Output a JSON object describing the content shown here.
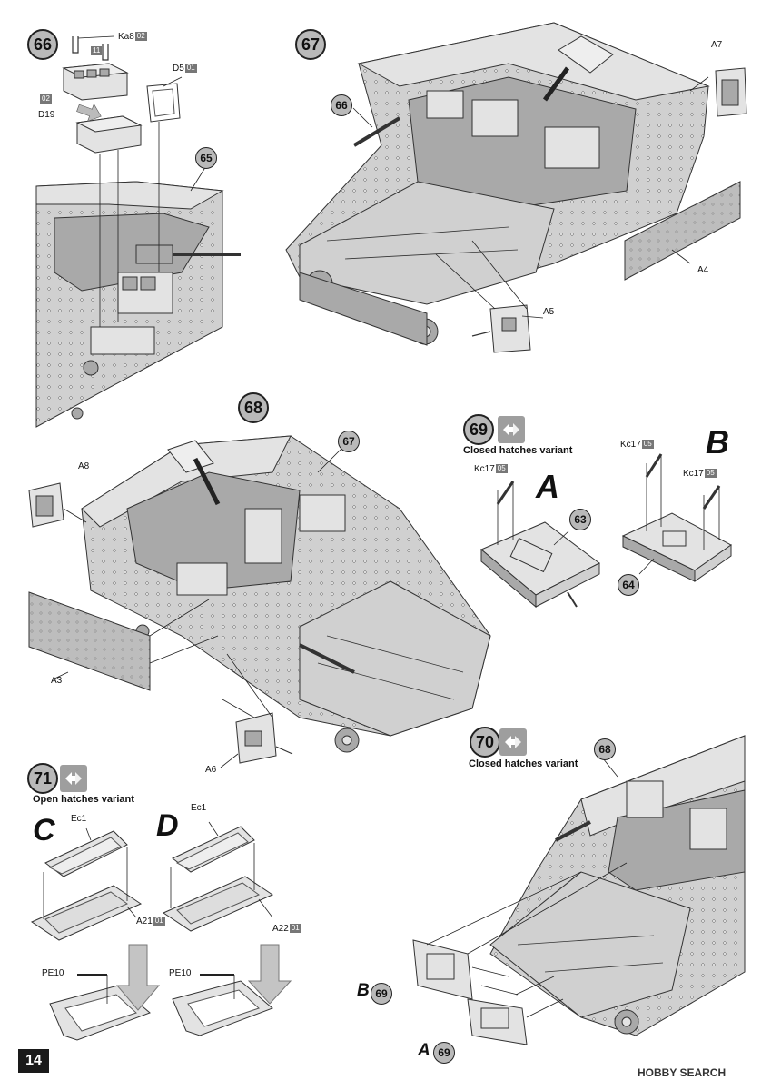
{
  "page_number": "14",
  "watermark": "HOBBY SEARCH",
  "steps": {
    "s66": {
      "number": "66",
      "part_ka8": "Ka8",
      "ka8_tag": "02",
      "tag_11": "11",
      "tag_02": "02",
      "part_d19": "D19",
      "part_d5": "D5",
      "d5_tag": "01",
      "ref_65": "65"
    },
    "s67": {
      "number": "67",
      "ref_66": "66",
      "part_a7": "A7",
      "part_a4": "A4",
      "part_a5": "A5"
    },
    "s68": {
      "number": "68",
      "ref_67": "67",
      "part_a8": "A8",
      "part_a3": "A3",
      "part_a6": "A6"
    },
    "s69": {
      "number": "69",
      "note": "Closed hatches variant",
      "letter_a": "A",
      "letter_b": "B",
      "part_kc17_a": "Kc17",
      "kc17_a_tag": "05",
      "part_kc17_b1": "Kc17",
      "kc17_b1_tag": "05",
      "part_kc17_b2": "Kc17",
      "kc17_b2_tag": "05",
      "ref_63": "63",
      "ref_64": "64"
    },
    "s70": {
      "number": "70",
      "note": "Closed hatches variant",
      "ref_68": "68",
      "letter_b": "B",
      "ref_69_b": "69",
      "letter_a": "A",
      "ref_69_a": "69"
    },
    "s71": {
      "number": "71",
      "note": "Open hatches variant",
      "letter_c": "C",
      "letter_d": "D",
      "part_ec1_c": "Ec1",
      "part_ec1_d": "Ec1",
      "part_a21": "A21",
      "a21_tag": "01",
      "part_a22": "A22",
      "a22_tag": "01",
      "part_pe10_c": "PE10",
      "part_pe10_d": "PE10"
    }
  },
  "colors": {
    "step_circle": "#b9b9b9",
    "hull_grey": "#d0d0d0",
    "icon_grey": "#9e9e9e"
  },
  "icons": {
    "swap": "swap-arrows-icon",
    "assembly_arrow": "down-arrow-icon"
  }
}
